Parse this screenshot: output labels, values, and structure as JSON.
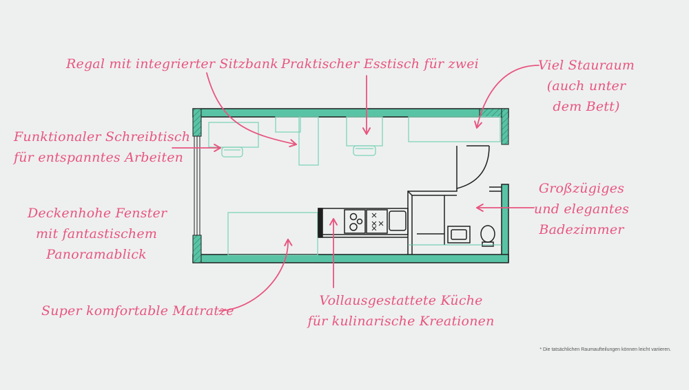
{
  "colors": {
    "background": "#eef0f0",
    "annotation": "#e8557f",
    "wall": "#58c4a5",
    "furniture": "#7fd4b8",
    "line": "#1f1f1f"
  },
  "labels": {
    "regal": "Regal mit integrierter Sitzbank",
    "esstisch": "Praktischer Esstisch für zwei",
    "stauraum": [
      "Viel Stauraum",
      "(auch unter",
      "dem Bett)"
    ],
    "schreibtisch": [
      "Funktionaler Schreibtisch",
      "für entspanntes Arbeiten"
    ],
    "fenster": [
      "Deckenhohe Fenster",
      "mit fantastischem",
      "Panoramablick"
    ],
    "badezimmer": [
      "Großzügiges",
      "und elegantes",
      "Badezimmer"
    ],
    "matratze": "Super komfortable Matratze",
    "kueche": [
      "Vollausgestattete Küche",
      "für kulinarische Kreationen"
    ]
  },
  "footnote": "* Die tatsächlichen Raumaufteilungen können leicht variieren."
}
